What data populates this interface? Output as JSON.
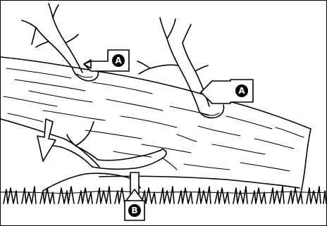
{
  "callouts": {
    "a_top": {
      "letter": "A"
    },
    "a_right": {
      "letter": "A"
    },
    "b_bottom": {
      "letter": "B"
    }
  },
  "colors": {
    "ink": "#000000",
    "paper": "#ffffff"
  }
}
